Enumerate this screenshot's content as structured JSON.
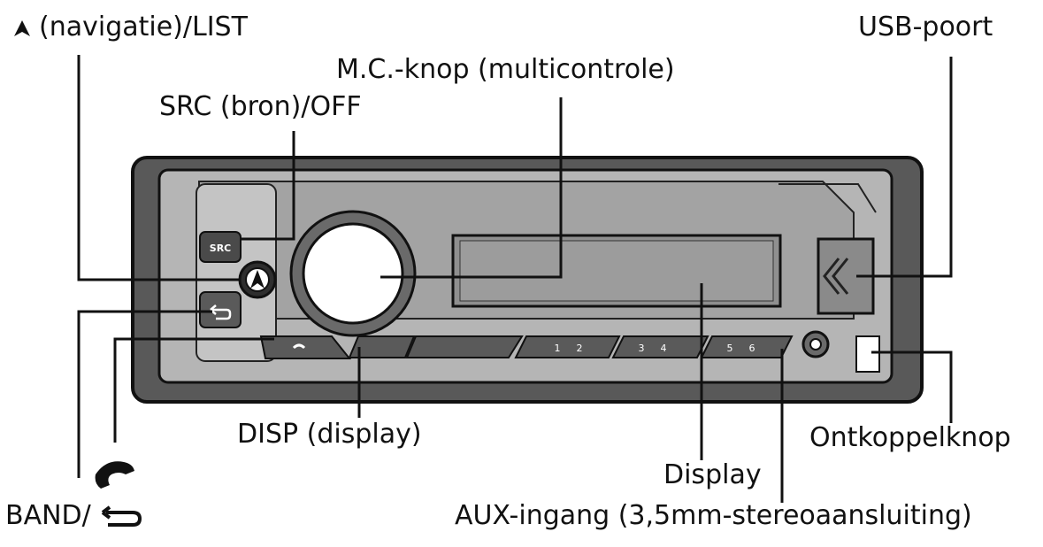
{
  "labels": {
    "navigation": "(navigatie)/LIST",
    "usb_port": "USB-poort",
    "mc_knob": "M.C.-knop (multicontrole)",
    "src": "SRC (bron)/OFF",
    "disp": "DISP (display)",
    "release": "Ontkoppelknop",
    "display": "Display",
    "band": "BAND/",
    "aux": "AUX-ingang (3,5mm-stereoaansluiting)"
  },
  "device": {
    "src_button_text": "SRC",
    "back_button_text": "",
    "preset_marks": [
      "1",
      "2",
      "3",
      "4",
      "5",
      "6"
    ]
  },
  "icons": {
    "navigation": "navigation-arrow-icon",
    "phone": "phone-icon",
    "back": "back-arrow-icon",
    "usb": "usb-chevron-icon"
  },
  "colors": {
    "line": "#111111",
    "faceplate": "#a8a8a8",
    "faceplate_dark": "#5a5a5a",
    "knob": "#ffffff",
    "text": "#111111"
  }
}
